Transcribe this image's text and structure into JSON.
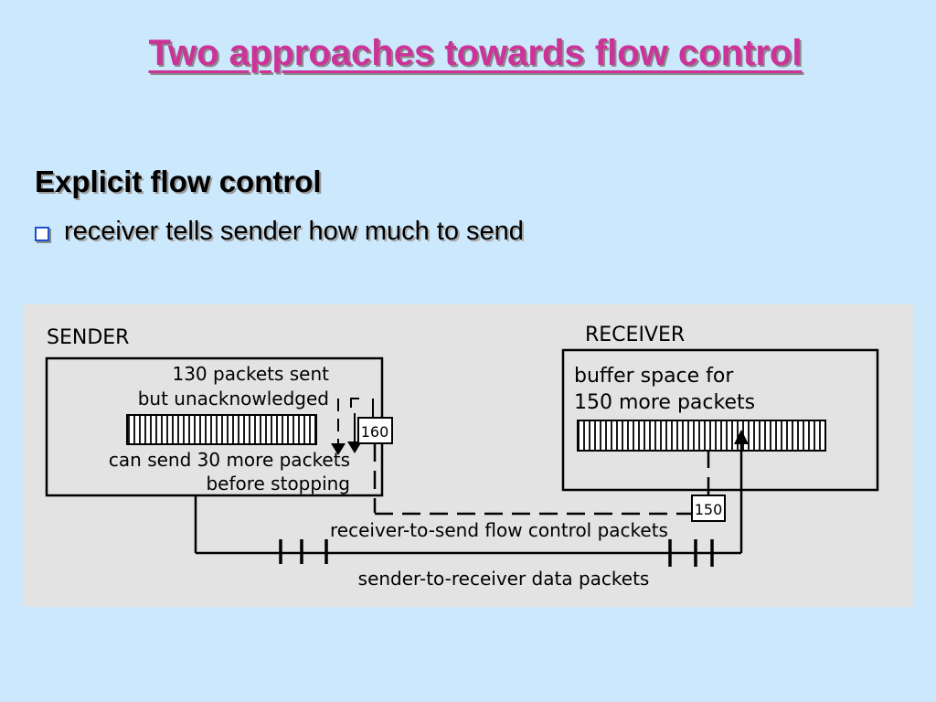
{
  "slide": {
    "title": "Two approaches towards flow control",
    "heading": "Explicit flow control",
    "bullet": "receiver tells sender how much to send"
  },
  "diagram": {
    "sender_label": "SENDER",
    "receiver_label": "RECEIVER",
    "sender_line1": "130 packets sent",
    "sender_line2": "but unacknowledged",
    "sender_line3": "can send 30 more packets",
    "sender_line4": "before stopping",
    "receiver_line1": "buffer space for",
    "receiver_line2": "150 more packets",
    "window_160": "160",
    "window_150": "150",
    "control_label": "receiver-to-send flow control packets",
    "data_label": "sender-to-receiver data packets"
  },
  "colors": {
    "background": "#cce8fc",
    "title": "#cc3399",
    "panel": "#e3e3e3",
    "bullet_border": "#1f4fd1"
  }
}
